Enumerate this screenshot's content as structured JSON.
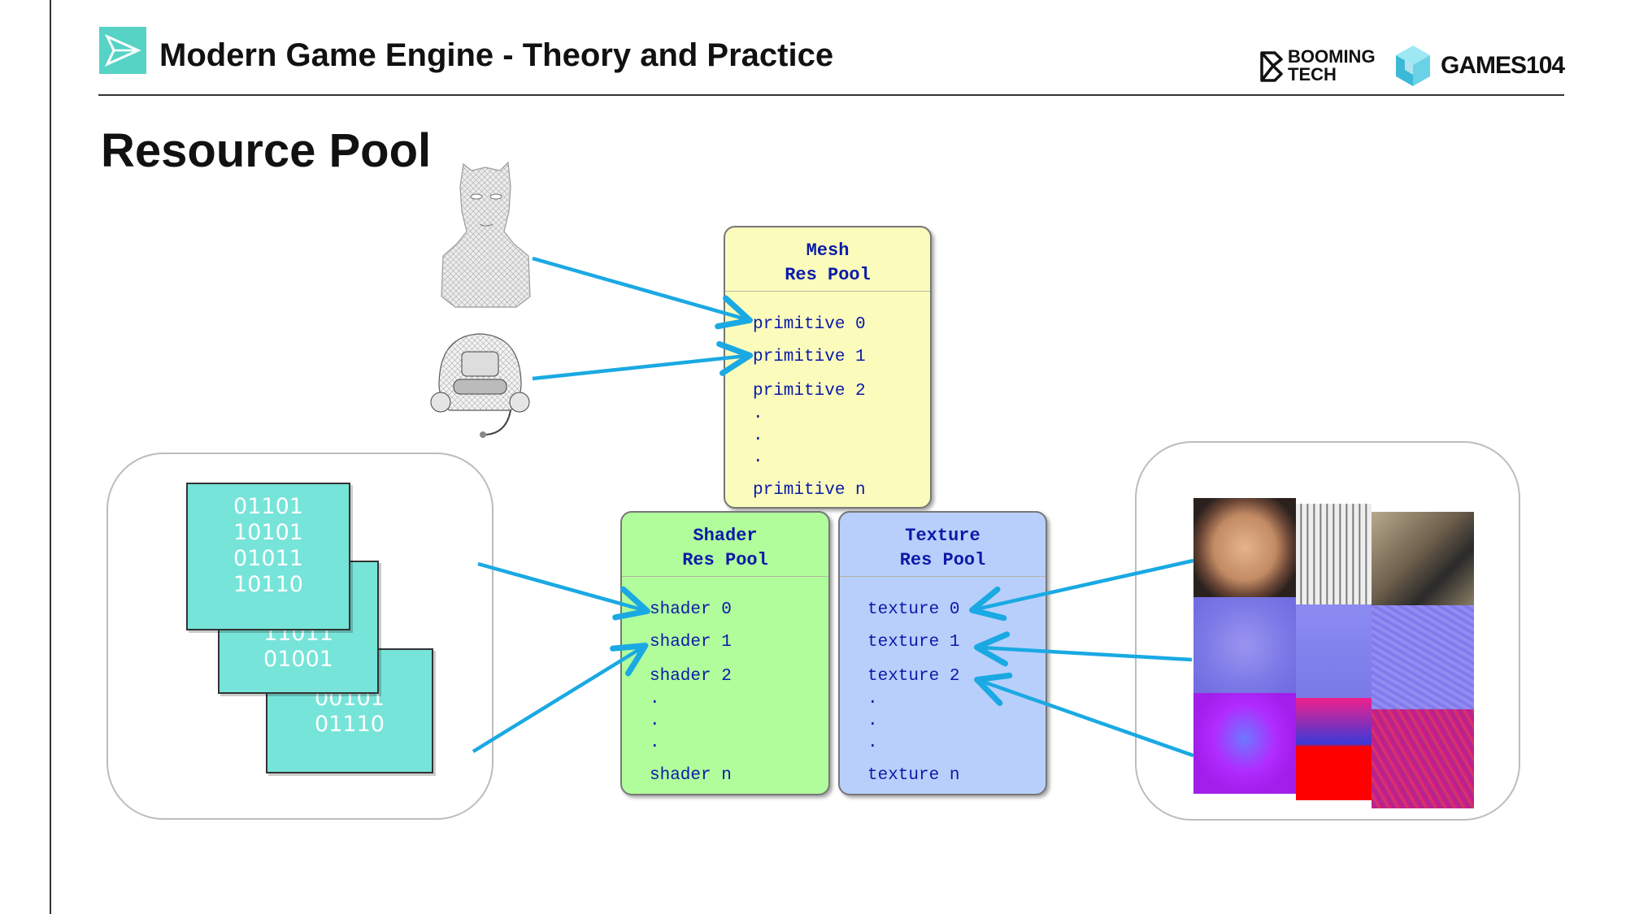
{
  "header": {
    "title": "Modern Game Engine - Theory and Practice",
    "brand_booming": [
      "BOOMING",
      "TECH"
    ],
    "brand_games": "GAMES104"
  },
  "slide_title": "Resource Pool",
  "mesh_pool": {
    "title": [
      "Mesh",
      "Res Pool"
    ],
    "items": [
      "primitive 0",
      "primitive 1",
      "primitive 2",
      ".",
      ".",
      ".",
      "primitive n"
    ]
  },
  "shader_pool": {
    "title": [
      "Shader",
      "Res Pool"
    ],
    "items": [
      "shader 0",
      "shader 1",
      "shader 2",
      ".",
      ".",
      ".",
      "shader n"
    ]
  },
  "texture_pool": {
    "title": [
      "Texture",
      "Res Pool"
    ],
    "items": [
      "texture 0",
      "texture 1",
      "texture 2",
      ".",
      ".",
      ".",
      "texture n"
    ]
  },
  "binary_pages": [
    [
      "01101",
      "10101",
      "01011",
      "10110"
    ],
    [
      "11011",
      "01001"
    ],
    [
      "00101",
      "01110"
    ]
  ],
  "colors": {
    "arrow": "#1aa9e3",
    "mesh_pool": "#fbfcbc",
    "shader_pool": "#b1fd9c",
    "texture_pool": "#b8cffb",
    "pool_text": "#0b1aa8",
    "binary_page": "#77e4d9"
  }
}
